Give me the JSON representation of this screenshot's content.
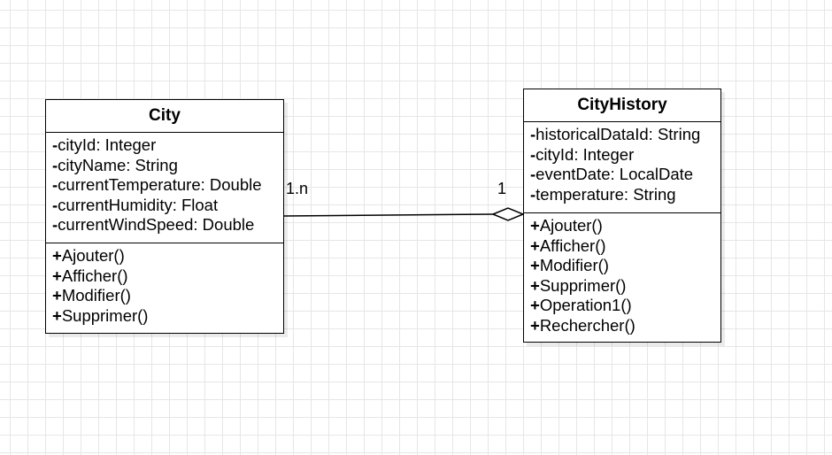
{
  "classes": {
    "city": {
      "name": "City",
      "attributes": [
        {
          "visibility": "-",
          "text": "cityId: Integer"
        },
        {
          "visibility": "-",
          "text": "cityName: String"
        },
        {
          "visibility": "-",
          "text": "currentTemperature: Double"
        },
        {
          "visibility": "-",
          "text": "currentHumidity: Float"
        },
        {
          "visibility": "-",
          "text": "currentWindSpeed: Double"
        }
      ],
      "operations": [
        {
          "visibility": "+",
          "text": "Ajouter()"
        },
        {
          "visibility": "+",
          "text": "Afficher()"
        },
        {
          "visibility": "+",
          "text": "Modifier()"
        },
        {
          "visibility": "+",
          "text": "Supprimer()"
        }
      ]
    },
    "cityhistory": {
      "name": "CityHistory",
      "attributes": [
        {
          "visibility": "-",
          "text": "historicalDataId: String"
        },
        {
          "visibility": "-",
          "text": "cityId: Integer"
        },
        {
          "visibility": "-",
          "text": "eventDate: LocalDate"
        },
        {
          "visibility": "-",
          "text": "temperature: String"
        }
      ],
      "operations": [
        {
          "visibility": "+",
          "text": "Ajouter()"
        },
        {
          "visibility": "+",
          "text": "Afficher()"
        },
        {
          "visibility": "+",
          "text": "Modifier()"
        },
        {
          "visibility": "+",
          "text": "Supprimer()"
        },
        {
          "visibility": "+",
          "text": "Operation1()"
        },
        {
          "visibility": "+",
          "text": "Rechercher()"
        }
      ]
    }
  },
  "association": {
    "type": "aggregation",
    "city_multiplicity": "1.n",
    "cityhistory_multiplicity": "1"
  }
}
